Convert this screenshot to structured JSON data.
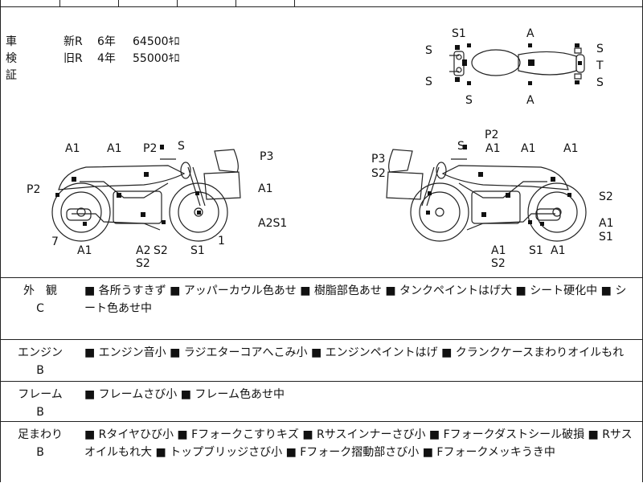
{
  "inspection": {
    "label": "車検証",
    "rows": [
      {
        "kind": "新R",
        "years": "6年",
        "km": "64500ｷﾛ"
      },
      {
        "kind": "旧R",
        "years": "4年",
        "km": "55000ｷﾛ"
      }
    ]
  },
  "diagram_labels": {
    "top": [
      "S1",
      "A",
      "S",
      "S",
      "S",
      "A",
      "S",
      "T",
      "S"
    ],
    "left": [
      "A1",
      "A1",
      "P2",
      "S",
      "P3",
      "P2",
      "A1",
      "A2S1",
      "7",
      "1",
      "A1",
      "A2",
      "S2",
      "S1",
      "S2"
    ],
    "right": [
      "P2",
      "S",
      "A1",
      "A1",
      "A1",
      "P3",
      "S2",
      "S2",
      "A1",
      "S1",
      "A1",
      "S1",
      "A1",
      "S2"
    ]
  },
  "evaluation": [
    {
      "category": "外　観",
      "grade": "C",
      "items": "■ 各所うすきず ■ アッパーカウル色あせ ■ 樹脂部色あせ ■ タンクペイントはげ大 ■ シート硬化中 ■ シート色あせ中"
    },
    {
      "category": "エンジン",
      "grade": "B",
      "items": "■ エンジン音小 ■ ラジエターコアへこみ小 ■ エンジンペイントはげ ■ クランクケースまわりオイルもれ"
    },
    {
      "category": "フレーム",
      "grade": "B",
      "items": "■ フレームさび小 ■ フレーム色あせ中"
    },
    {
      "category": "足まわり",
      "grade": "B",
      "items": "■ Rタイヤひび小 ■ Fフォークこすりキズ ■ Rサスインナーさび小 ■ Fフォークダストシール破損 ■ Rサスオイルもれ大 ■ トップブリッジさび小 ■ Fフォーク摺動部さび小 ■ Fフォークメッキうき中"
    }
  ]
}
